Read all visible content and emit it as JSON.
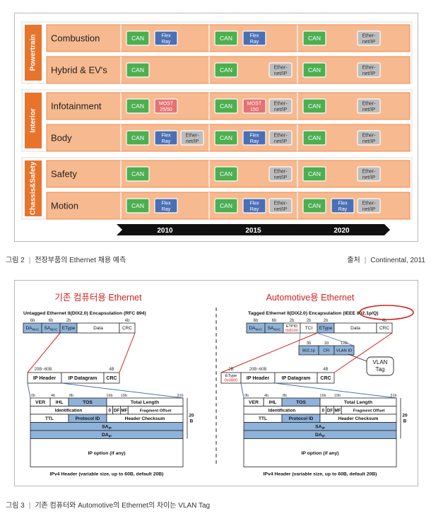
{
  "fig2": {
    "groups": [
      {
        "label": "Powertrain",
        "rows": [
          {
            "label": "Combustion",
            "cells": [
              [
                "CAN",
                "Flex Ray"
              ],
              [
                "CAN",
                "Flex Ray"
              ],
              [
                "CAN",
                "Ether-net/IP"
              ]
            ]
          },
          {
            "label": "Hybrid & EV's",
            "cells": [
              [
                "CAN"
              ],
              [
                "CAN",
                "Ether-net/IP"
              ],
              [
                "CAN",
                "Ether-net/IP"
              ]
            ]
          }
        ]
      },
      {
        "label": "Interior",
        "rows": [
          {
            "label": "Infotainment",
            "cells": [
              [
                "CAN",
                "MOST 25/50"
              ],
              [
                "CAN",
                "MOST 150",
                "Ether-net/IP"
              ],
              [
                "CAN",
                "Ether-net/IP"
              ]
            ]
          },
          {
            "label": "Body",
            "cells": [
              [
                "CAN",
                "Flex Ray",
                "Ether-net/IP"
              ],
              [
                "CAN",
                "Flex Ray",
                "Ether-net/IP"
              ],
              [
                "CAN",
                "Ether-net/IP"
              ]
            ]
          }
        ]
      },
      {
        "label": "Chassis&Safety",
        "rows": [
          {
            "label": "Safety",
            "cells": [
              [
                "CAN"
              ],
              [
                "CAN",
                "Ether-net/IP"
              ],
              [
                "CAN",
                "Ether-net/IP"
              ]
            ]
          },
          {
            "label": "Motion",
            "cells": [
              [
                "CAN",
                "Flex Ray"
              ],
              [
                "CAN",
                "Flex Ray",
                "Ether-net/IP"
              ],
              [
                "CAN",
                "Flex Ray",
                "Ether-net/IP"
              ]
            ]
          }
        ]
      }
    ],
    "years": [
      "2010",
      "2015",
      "2020"
    ],
    "colors": {
      "can": "#4caf50",
      "flex": "#4a6fb5",
      "most": "#e57373",
      "eth": "#bdbdbd",
      "row": "#f7b98f",
      "rowBorder": "#ee8a4a",
      "side": "#e8742c",
      "timeline": "#111111"
    }
  },
  "caption2": {
    "num": "그림 2",
    "text": "전장부품의 Ethernet 채용 예측",
    "source_label": "출처",
    "source": "Continental, 2011"
  },
  "fig3": {
    "left_title": "기존 컴퓨터용 Ethernet",
    "right_title": "Automotive용 Ethernet",
    "left_sub": "Untagged Ethernet II(DIX2.0) Encapsulation (RFC 894)",
    "right_sub": "Tagged Ethernet II(DIX2.0) Encapsulation (IEEE 802.1p/Q)",
    "left_frame": {
      "sizes": [
        "6b",
        "6b",
        "2b",
        "",
        "4b"
      ],
      "fields": [
        "DA",
        "SA",
        "EType",
        "Data",
        "CRC"
      ]
    },
    "right_frame": {
      "sizes": [
        "6b",
        "6b",
        "2b",
        "2b",
        "2b",
        "",
        "4b"
      ],
      "fields": [
        "DA",
        "SA",
        "ETPID",
        "TCI",
        "EType",
        "Data",
        "CRC"
      ],
      "tpid_value": "0x8100"
    },
    "mac_sub": "MAC",
    "vlan": {
      "sizes": [
        "3b",
        "1b",
        "12b"
      ],
      "fields": [
        "802.1p",
        "CFI",
        "VLAN ID"
      ],
      "label": "VLAN Tag"
    },
    "ip_row": {
      "size_a": "20B~60B",
      "size_b": "4B",
      "fields": [
        "IP Header",
        "IP Datagram",
        "CRC"
      ]
    },
    "ip_row_right": {
      "size_e": "2B",
      "etype": "EType",
      "etype_value": "0x0800"
    },
    "ipv4": {
      "bit_sizes": [
        "0b",
        "4b",
        "8b",
        "16b",
        "19b",
        "31b"
      ],
      "r1": [
        "VER",
        "IHL",
        "TOS",
        "Total Length"
      ],
      "r2": [
        "Identification",
        "0",
        "DF",
        "MF",
        "Fragment Offset"
      ],
      "r3": [
        "TTL",
        "Protocol ID",
        "Header Checksum"
      ],
      "r4": "SA",
      "r5": "DA",
      "ip_sub": "IP",
      "r6": "IP option (if any)",
      "side": "20 B",
      "footer": "IPv4 Header (variable size, up to 60B, default 20B)"
    },
    "colors": {
      "blue": "#8fb2d9",
      "red": "#d62020",
      "title": "#d62020"
    }
  },
  "caption3": {
    "num": "그림 3",
    "text": "기존 컴퓨터와 Automotive의 Ethernet의 차이는 VLAN Tag"
  }
}
